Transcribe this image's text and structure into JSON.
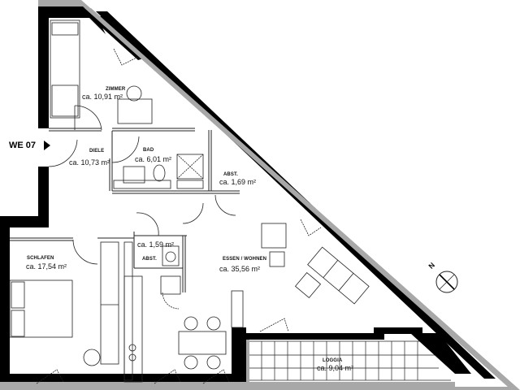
{
  "plan": {
    "unit_label": "WE 07",
    "north_label": "N",
    "rooms": [
      {
        "name": "ZIMMER",
        "area": "ca. 10,91 m²"
      },
      {
        "name": "DIELE",
        "area": "ca. 10,73 m²"
      },
      {
        "name": "BAD",
        "area": "ca. 6,01 m²"
      },
      {
        "name": "ABST.",
        "area": "ca. 1,69 m²"
      },
      {
        "name": "SCHLAFEN",
        "area": "ca. 17,54 m²"
      },
      {
        "name": "ABST.",
        "area": "ca. 1,59 m²"
      },
      {
        "name": "ESSEN / WOHNEN",
        "area": "ca. 35,56 m²"
      },
      {
        "name": "LOGGIA",
        "area": "ca. 9,04 m²"
      }
    ]
  },
  "colors": {
    "wall": "#000000",
    "wall_insulation": "#a8a8a8",
    "line": "#222222",
    "background": "#ffffff"
  }
}
